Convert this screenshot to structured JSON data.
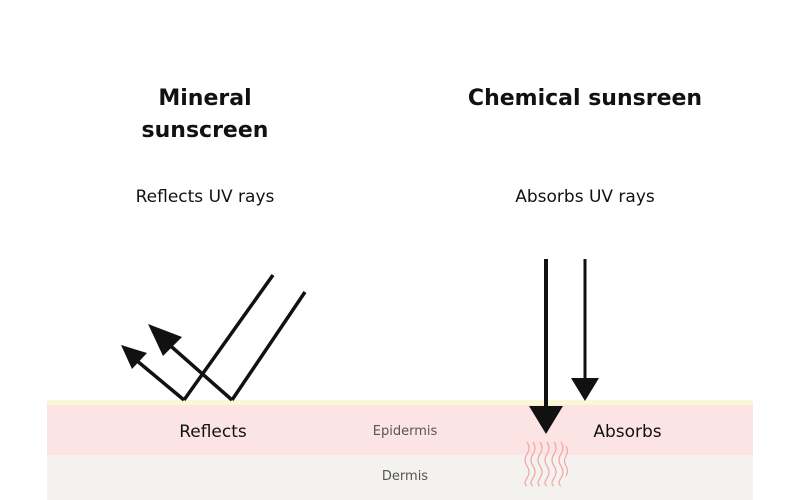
{
  "mineral": {
    "title": "Mineral sunscreen",
    "subtitle": "Reflects UV rays",
    "skin_label": "Reflects"
  },
  "chemical": {
    "title": "Chemical sunsreen",
    "subtitle": "Absorbs UV rays",
    "skin_label": "Absorbs"
  },
  "layers": {
    "epidermis": "Epidermis",
    "dermis": "Dermis"
  },
  "colors": {
    "epidermis": "#fce4e4",
    "dermis": "#f3f2ee",
    "surface": "#fbf7d6",
    "heat_waves": "#f2a7a7",
    "arrows": "#111111"
  }
}
